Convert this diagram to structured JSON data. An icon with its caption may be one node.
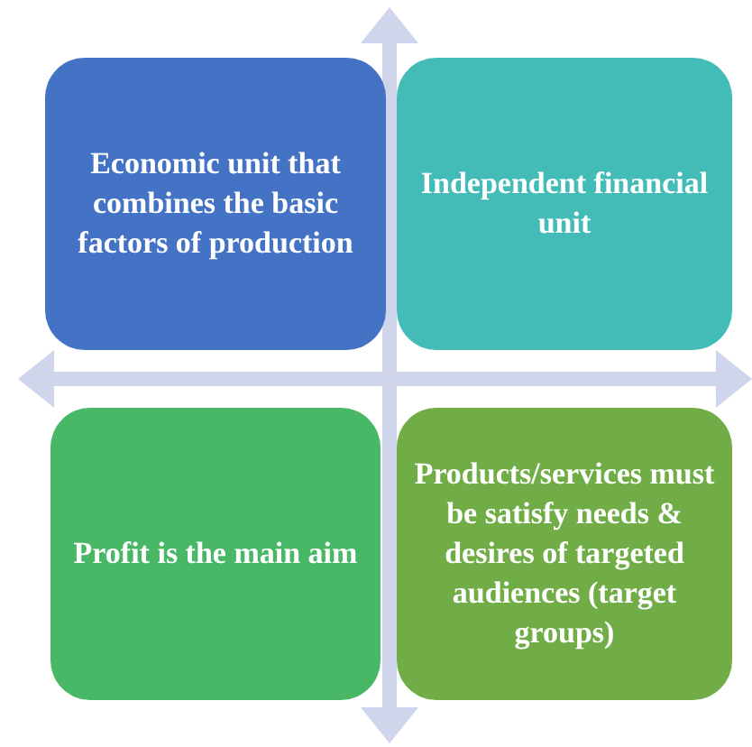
{
  "diagram": {
    "nodes": [
      {
        "text": [
          "Economic unit that combines the basic factors of production"
        ]
      },
      {
        "text": [
          "Independent financial unit"
        ]
      },
      {
        "text": [
          "Profit is the main aim"
        ]
      },
      {
        "text": [
          "Products/services must be satisfy needs & desires of targeted audiences (target groups)"
        ]
      }
    ]
  }
}
